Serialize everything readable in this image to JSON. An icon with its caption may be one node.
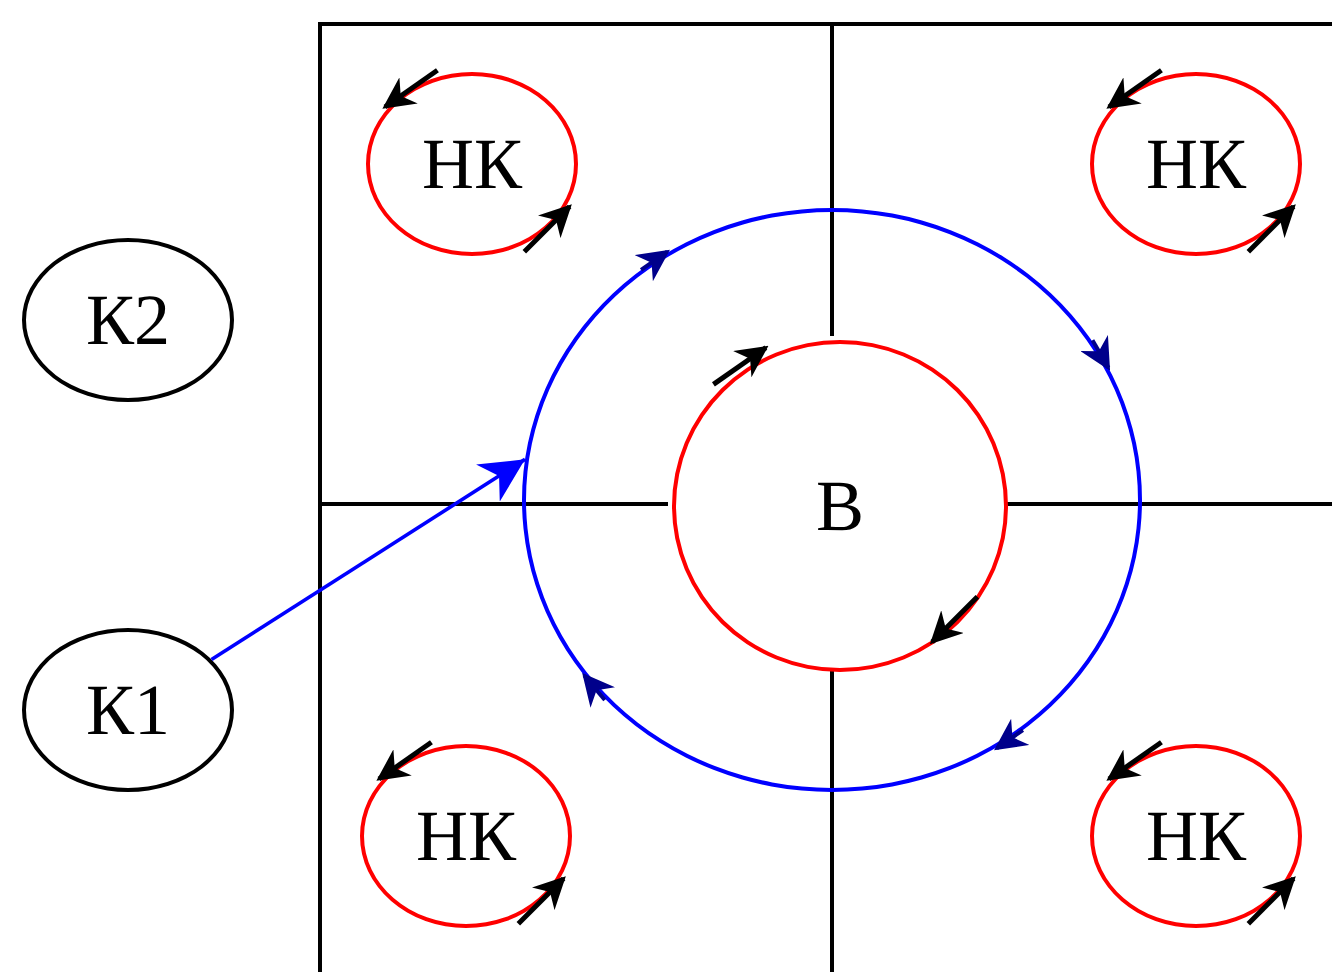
{
  "diagram": {
    "nodes": [
      {
        "text": [
          "НК"
        ]
      },
      {
        "text": [
          "НК"
        ]
      },
      {
        "text": [
          "К2"
        ]
      },
      {
        "text": [],
        "shape": "circle"
      },
      {
        "text": [
          "В"
        ],
        "in": 3
      },
      {
        "text": [
          "К1"
        ]
      },
      {
        "text": [
          "НК"
        ]
      },
      {
        "text": [
          "НК"
        ]
      }
    ],
    "edges": [
      {
        "from": 5,
        "to": 3,
        "arrow": "to",
        "color": "#0000ff"
      }
    ]
  }
}
